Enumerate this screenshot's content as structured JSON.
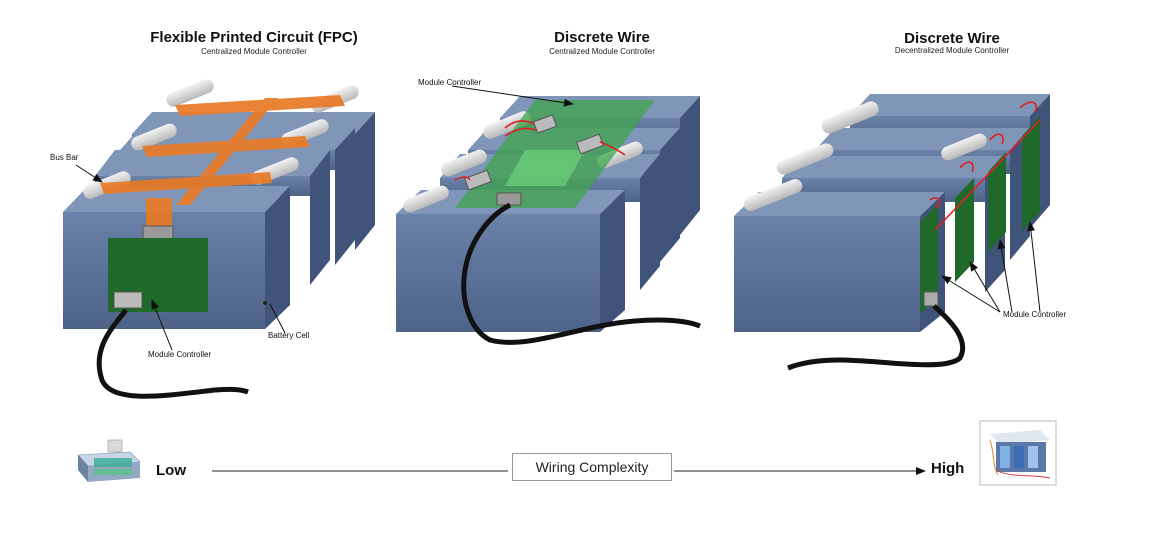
{
  "panels": [
    {
      "title": "Flexible Printed Circuit (FPC)",
      "subtitle": "Centralized Module Controller"
    },
    {
      "title": "Discrete Wire",
      "subtitle": "Centralized Module Controller"
    },
    {
      "title": "Discrete Wire",
      "subtitle": "Decentralized Module Controller"
    }
  ],
  "callouts": {
    "bus_bar": "Bus Bar",
    "module_controller_1": "Module Controller",
    "battery_cell": "Battery Cell",
    "module_controller_2": "Module Controller",
    "module_controller_3": "Module Controller"
  },
  "scale": {
    "low": "Low",
    "label": "Wiring Complexity",
    "high": "High"
  },
  "colors": {
    "cell_front": "#586f95",
    "cell_top": "#8096b8",
    "cell_side": "#3f5478",
    "fpc": "#e87a26",
    "pcb": "#1f6a2b",
    "pcb_transparent": "#4fb35a",
    "cable": "#111111",
    "wire": "#e02020",
    "busbar": "#d8d8d8"
  }
}
